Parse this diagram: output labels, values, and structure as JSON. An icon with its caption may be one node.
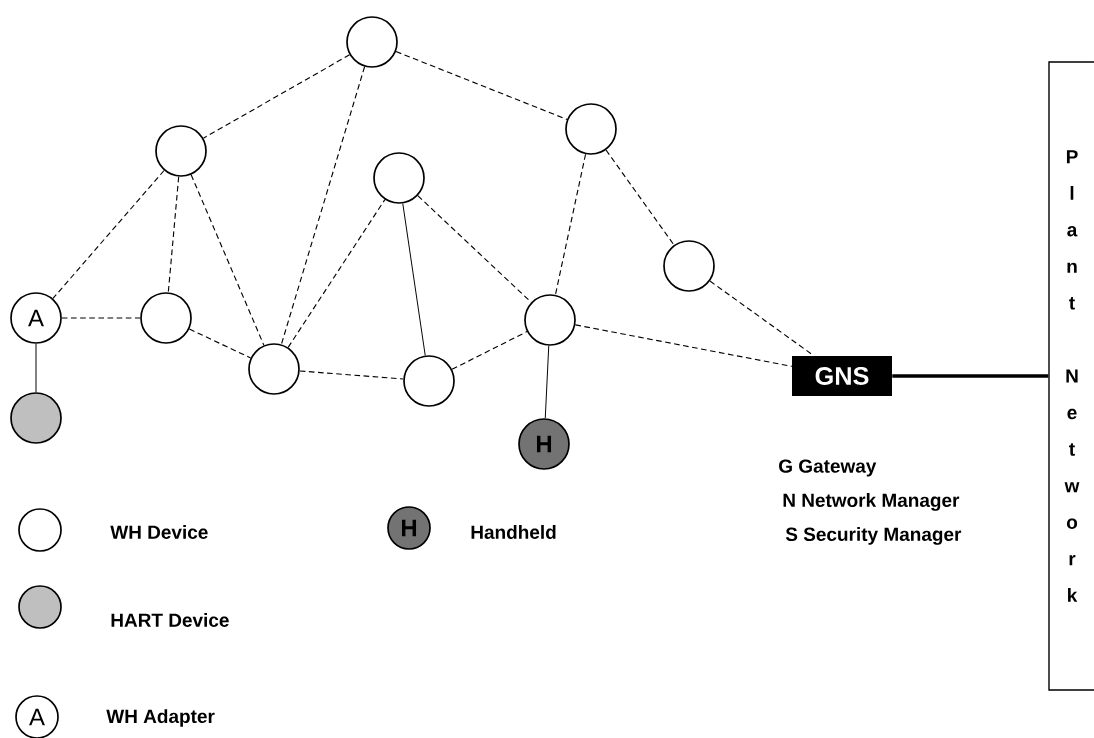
{
  "diagram": {
    "nodes": [
      {
        "text": [],
        "shape": "circle"
      },
      {
        "text": [],
        "shape": "circle"
      },
      {
        "text": [],
        "shape": "circle"
      },
      {
        "text": [],
        "shape": "circle"
      },
      {
        "text": [],
        "shape": "circle"
      },
      {
        "text": [
          "A"
        ]
      },
      {
        "text": [],
        "shape": "circle"
      },
      {
        "text": [],
        "shape": "circle"
      },
      {
        "text": [],
        "shape": "circle"
      },
      {
        "text": [],
        "shape": "circle"
      },
      {
        "text": [],
        "shape": "circle"
      },
      {
        "text": [
          "H"
        ]
      },
      {
        "text": [
          "GNS"
        ]
      },
      {
        "text": [
          "Plant Network"
        ]
      }
    ],
    "edges": [
      {
        "from": 0,
        "to": 1,
        "arrow": "none",
        "style": "dashed"
      },
      {
        "from": 0,
        "to": 7,
        "arrow": "none",
        "style": "dashed"
      },
      {
        "from": 0,
        "to": 3,
        "arrow": "none",
        "style": "dashed"
      },
      {
        "from": 1,
        "to": 5,
        "arrow": "none",
        "style": "dashed"
      },
      {
        "from": 1,
        "to": 6,
        "arrow": "none",
        "style": "dashed"
      },
      {
        "from": 1,
        "to": 7,
        "arrow": "none",
        "style": "dashed"
      },
      {
        "from": 5,
        "to": 6,
        "arrow": "none",
        "style": "dashed"
      },
      {
        "from": 6,
        "to": 7,
        "arrow": "none",
        "style": "dashed"
      },
      {
        "from": 7,
        "to": 2,
        "arrow": "none",
        "style": "dashed"
      },
      {
        "from": 7,
        "to": 8,
        "arrow": "none",
        "style": "dashed"
      },
      {
        "from": 2,
        "to": 8,
        "arrow": "none"
      },
      {
        "from": 2,
        "to": 9,
        "arrow": "none",
        "style": "dashed"
      },
      {
        "from": 3,
        "to": 9,
        "arrow": "none",
        "style": "dashed"
      },
      {
        "from": 3,
        "to": 4,
        "arrow": "none",
        "style": "dashed"
      },
      {
        "from": 8,
        "to": 9,
        "arrow": "none",
        "style": "dashed"
      },
      {
        "from": 9,
        "to": 12,
        "arrow": "none",
        "style": "dashed"
      },
      {
        "from": 4,
        "to": 12,
        "arrow": "none",
        "style": "dashed"
      },
      {
        "from": 5,
        "to": 10,
        "arrow": "none"
      },
      {
        "from": 9,
        "to": 11,
        "arrow": "none"
      },
      {
        "from": 12,
        "to": 13,
        "arrow": "none",
        "style": "thick"
      }
    ],
    "labels": [
      "G Gateway",
      "N Network Manager",
      "S Security Manager",
      "H",
      "A"
    ],
    "legend": [
      {
        "text": "WH Device"
      },
      {
        "text": "Handheld"
      },
      {
        "text": "HART Device"
      },
      {
        "text": "WH Adapter"
      }
    ]
  }
}
